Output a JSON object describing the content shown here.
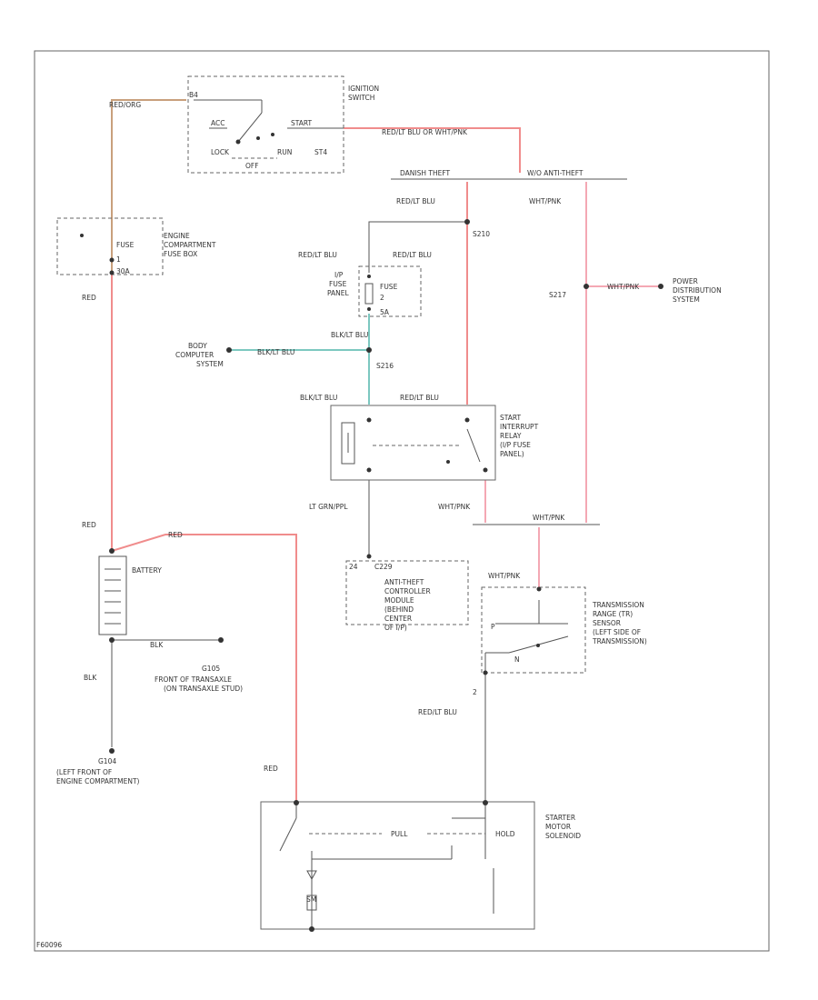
{
  "labels": {
    "sw_b4": "B4",
    "sw_acc": "ACC",
    "sw_lock": "LOCK",
    "sw_off": "OFF",
    "sw_run": "RUN",
    "sw_start": "START",
    "sw_st4": "ST4",
    "ignition": [
      "IGNITION",
      "SWITCH"
    ],
    "wire_top_left": "RED/ORG",
    "wire_top": "RED/LT BLU OR WHT/PNK",
    "bar_left": "DANISH THEFT",
    "bar_right": "W/O ANTI-THEFT",
    "wire_redltblu_1": "RED/LT BLU",
    "wire_whtpnk_1": "WHT/PNK",
    "engine_fuse": [
      "ENGINE",
      "COMPARTMENT",
      "FUSE BOX"
    ],
    "fuse_left": [
      "FUSE",
      "1",
      "30A"
    ],
    "red1": "RED",
    "s210": "S210",
    "wire_redltblu_2": "RED/LT BLU",
    "wire_redltblu_3": "RED/LT BLU",
    "ip_fuse_panel": [
      "I/P",
      "FUSE",
      "PANEL"
    ],
    "fuse_ip": [
      "FUSE",
      "2",
      "5A"
    ],
    "s217": "S217",
    "wire_whtpnk_2": "WHT/PNK",
    "power_dist": [
      "POWER",
      "DISTRIBUTION",
      "SYSTEM"
    ],
    "wire_blkltblu_1": "BLK/LT BLU",
    "body_computer": [
      "BODY",
      "COMPUTER",
      "SYSTEM"
    ],
    "wire_blkltblu_2": "BLK/LT BLU",
    "s216": "S216",
    "wire_blkltblu_3": "BLK/LT BLU",
    "wire_redltblu_4": "RED/LT BLU",
    "start_relay": [
      "START",
      "INTERRUPT",
      "RELAY",
      "(I/P FUSE",
      "PANEL)"
    ],
    "wire_ltgrnppl": "LT GRN/PPL",
    "wire_whtpnk_3": "WHT/PNK",
    "wire_whtpnk_4": "WHT/PNK",
    "red2": "RED",
    "red3": "RED",
    "battery": "BATTERY",
    "pin_24": "24",
    "c229": "C229",
    "anti_theft_module": [
      "ANTI-THEFT",
      "CONTROLLER",
      "MODULE",
      "(BEHIND",
      "CENTER",
      "OF I/P)"
    ],
    "wire_whtpnk_5": "WHT/PNK",
    "tr_sensor": [
      "TRANSMISSION",
      "RANGE (TR)",
      "SENSOR",
      "(LEFT SIDE OF",
      "TRANSMISSION)"
    ],
    "tr_p": "P",
    "tr_n": "N",
    "tr_pin": "2",
    "wire_blk_1": "BLK",
    "g105": "G105",
    "g105_loc": [
      "FRONT OF TRANSAXLE",
      "(ON TRANSAXLE STUD)"
    ],
    "wire_blk_2": "BLK",
    "wire_redltblu_5": "RED/LT BLU",
    "g104": "G104",
    "g104_loc": [
      "(LEFT FRONT OF",
      "ENGINE COMPARTMENT)"
    ],
    "red4": "RED",
    "pull": "PULL",
    "hold": "HOLD",
    "starter": [
      "STARTER",
      "MOTOR",
      "SOLENOID"
    ],
    "sm_label": "SM",
    "footer": "F60096"
  },
  "colors": {
    "red_wire": "#f08c8c",
    "pink_wire": "#f4a8b4",
    "brown_wire": "#c8a07c",
    "teal_wire": "#7cc8c0",
    "line": "#555555",
    "frame": "#666666",
    "text": "#333333"
  }
}
